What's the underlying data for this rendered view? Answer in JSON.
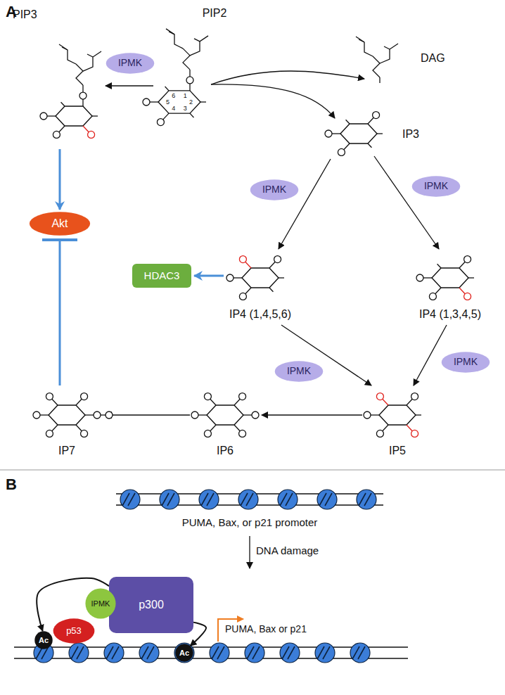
{
  "diagram": {
    "nodes": [
      {
        "text": [
          "IPMK"
        ]
      },
      {
        "text": [
          "IPMK"
        ]
      },
      {
        "text": [
          "IPMK"
        ]
      },
      {
        "text": [
          "Akt"
        ]
      },
      {
        "text": [
          "HDAC3"
        ]
      },
      {
        "text": [
          "IPMK"
        ]
      },
      {
        "text": [
          "IPMK"
        ]
      },
      {
        "text": [
          "p300"
        ]
      },
      {
        "text": [
          "IPMK"
        ]
      },
      {
        "text": [
          "p53"
        ]
      },
      {
        "text": [
          "Ac"
        ]
      },
      {
        "text": [
          "Ac"
        ]
      }
    ],
    "edges": [
      {
        "from": 7,
        "to": 10,
        "arrow": "to"
      },
      {
        "from": 7,
        "to": 11,
        "arrow": "to"
      }
    ],
    "labels": [
      "A",
      "PIP3",
      "PIP2",
      "1",
      "2",
      "3",
      "4",
      "5",
      "6",
      "DAG",
      "IP3",
      "IP4 (1,4,5,6)",
      "IP4 (1,3,4,5)",
      "IP5",
      "IP6",
      "IP7",
      "B",
      "PUMA, Bax, or p21 promoter",
      "DNA damage",
      "PUMA, Bax or p21"
    ]
  }
}
